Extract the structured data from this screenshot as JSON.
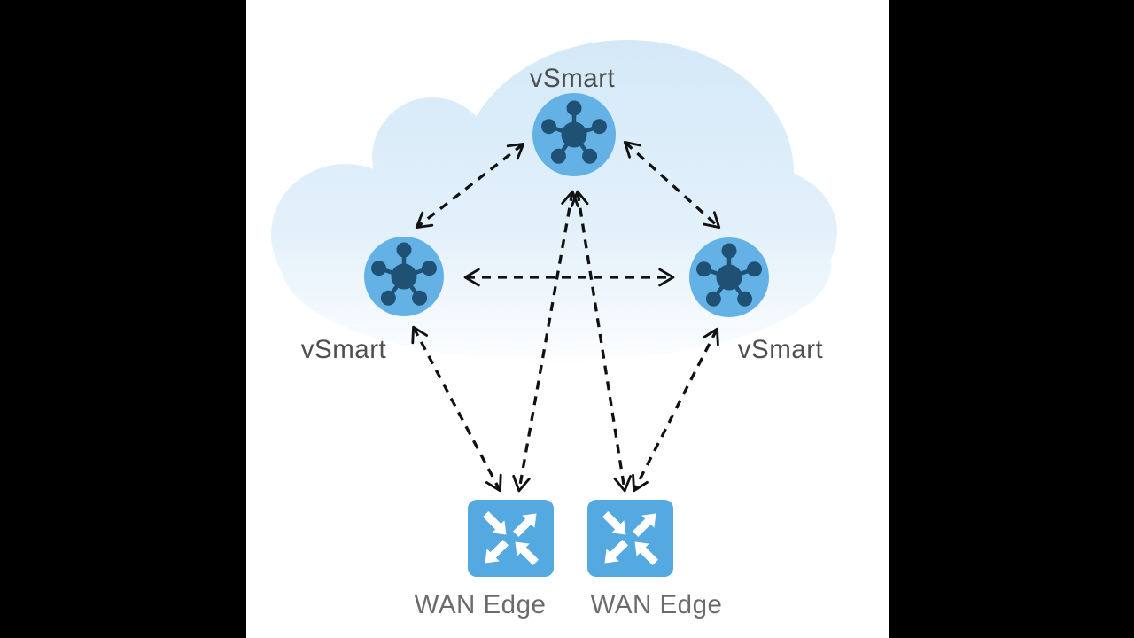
{
  "diagram": {
    "type": "network-topology",
    "environment": "cloud",
    "nodes": {
      "vsmart_top": {
        "label": "vSmart",
        "kind": "vSmart controller",
        "icon": "hub-icon"
      },
      "vsmart_left": {
        "label": "vSmart",
        "kind": "vSmart controller",
        "icon": "hub-icon"
      },
      "vsmart_right": {
        "label": "vSmart",
        "kind": "vSmart controller",
        "icon": "hub-icon"
      },
      "wan_edge_1": {
        "label": "WAN Edge",
        "kind": "WAN Edge router",
        "icon": "router-icon"
      },
      "wan_edge_2": {
        "label": "WAN Edge",
        "kind": "WAN Edge router",
        "icon": "router-icon"
      }
    },
    "connections": [
      {
        "from": "vsmart_top",
        "to": "vsmart_left",
        "line": "dashed",
        "arrows": "both"
      },
      {
        "from": "vsmart_top",
        "to": "vsmart_right",
        "line": "dashed",
        "arrows": "both"
      },
      {
        "from": "vsmart_left",
        "to": "vsmart_right",
        "line": "dashed",
        "arrows": "both"
      },
      {
        "from": "wan_edge_1",
        "to": "vsmart_left",
        "line": "dashed",
        "arrows": "both"
      },
      {
        "from": "wan_edge_1",
        "to": "vsmart_top",
        "line": "dashed",
        "arrows": "both"
      },
      {
        "from": "wan_edge_2",
        "to": "vsmart_top",
        "line": "dashed",
        "arrows": "both"
      },
      {
        "from": "wan_edge_2",
        "to": "vsmart_right",
        "line": "dashed",
        "arrows": "both"
      }
    ],
    "colors": {
      "letterbox": "#000000",
      "canvas": "#FFFFFF",
      "cloud_top": "#D4E9F8",
      "cloud_bottom": "#FFFFFF",
      "vsmart_circle": "#64B2E5",
      "vsmart_glyph": "#1F5174",
      "wan_edge_square": "#54A9E1",
      "wan_edge_glyph": "#FFFFFF",
      "vsmart_label_text": "#4E4F51",
      "wan_edge_label_text": "#6A6B6D",
      "arrow": "#111111"
    }
  }
}
